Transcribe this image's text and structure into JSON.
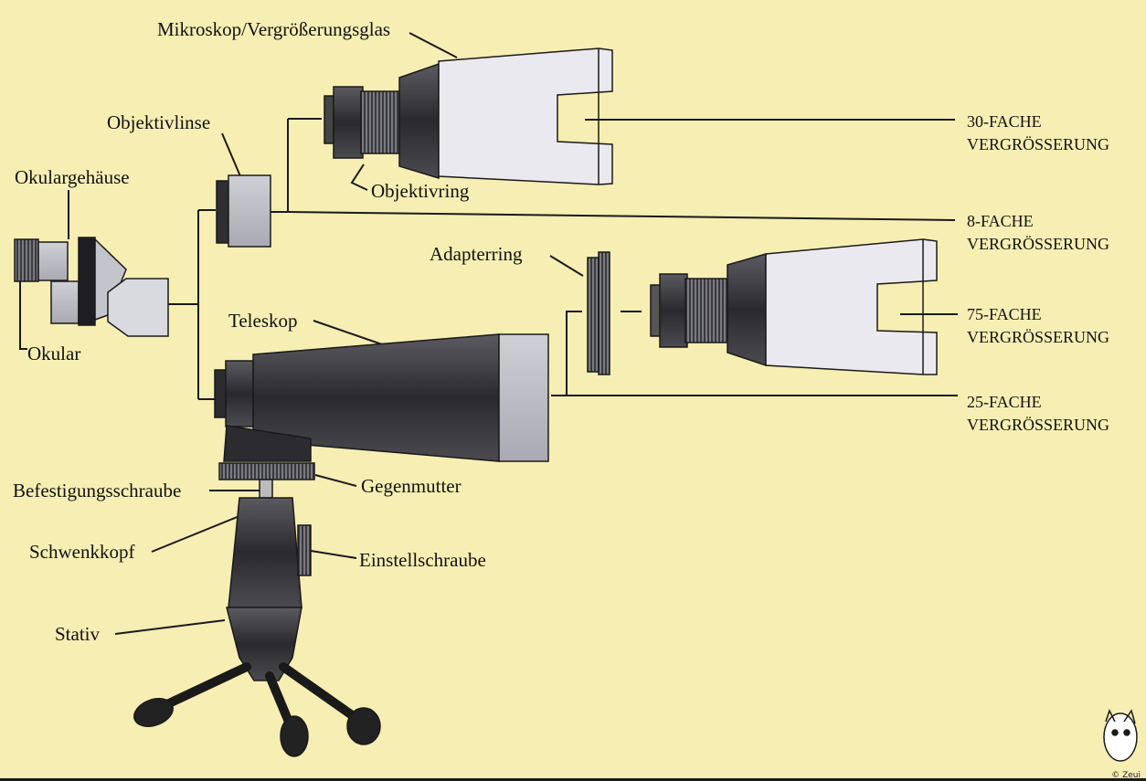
{
  "colors": {
    "background": "#f7eeb3",
    "line": "#1a1a1a",
    "dark_part": "#3a3a3e",
    "light_part": "#e9e9ef",
    "mid_part": "#b9b9c2"
  },
  "labels": {
    "mikroskop": "Mikroskop/Vergrößerungsglas",
    "objektivlinse": "Objektivlinse",
    "okulargehaeuse": "Okulargehäuse",
    "objektivring": "Objektivring",
    "okular": "Okular",
    "adapterring": "Adapterring",
    "teleskop": "Teleskop",
    "befestigungsschraube": "Befestigungsschraube",
    "gegenmutter": "Gegenmutter",
    "schwenkkopf": "Schwenkkopf",
    "einstellschraube": "Einstellschraube",
    "stativ": "Stativ"
  },
  "magnifications": {
    "m30": "30-FACHE\nVERGRÖSSERUNG",
    "m8": "8-FACHE\nVERGRÖSSERUNG",
    "m75": "75-FACHE\nVERGRÖSSERUNG",
    "m25": "25-FACHE\nVERGRÖSSERUNG"
  },
  "copyright": "© Zeui"
}
